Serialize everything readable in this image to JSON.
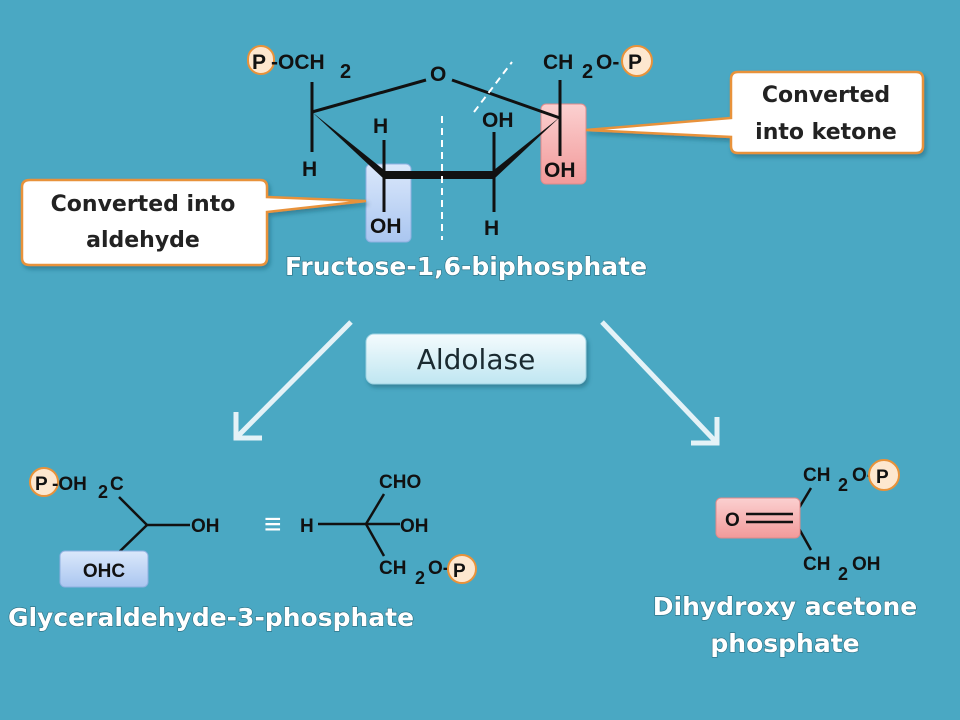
{
  "diagram": {
    "enzyme": "Aldolase",
    "substrate": {
      "name": "Fructose-1,6-biphosphate",
      "groups": {
        "p_left": "P",
        "och2_left": "-OCH",
        "sub2_left": "2",
        "ring_o": "O",
        "ch_right": "CH",
        "sub2_right": "2",
        "o_right": "O-",
        "p_right": "P",
        "h_c3_top": "H",
        "oh_c3": "OH",
        "h_c2": "H",
        "oh_c4_top": "OH",
        "h_c4": "H",
        "oh_c2": "OH"
      },
      "callout_aldehyde": [
        "Converted into",
        "aldehyde"
      ],
      "callout_ketone": [
        "Converted",
        "into ketone"
      ]
    },
    "product_left": {
      "name": "Glyceraldehyde-3-phosphate",
      "p": "P",
      "oh2c": "-OH",
      "sub2": "2",
      "c": "C",
      "oh": "OH",
      "ohc": "OHC",
      "equiv": "≡",
      "h": "H",
      "oh_fischer": "OH",
      "cho": "CHO",
      "ch": "CH",
      "sub2_b": "2",
      "o": "O-",
      "p_b": "P"
    },
    "product_right": {
      "name_lines": [
        "Dihydroxy acetone",
        "phosphate"
      ],
      "ch_top": "CH",
      "sub2_top": "2",
      "o_top": "O-",
      "p": "P",
      "o_keto": "O",
      "ch_bottom": "CH",
      "sub2_bottom": "2",
      "oh_bottom": "OH"
    }
  },
  "colors": {
    "background": "#4aa8c3",
    "highlight_blue": "#c9dcf7",
    "highlight_pink": "#f6b9b9",
    "callout_border": "#e8923a",
    "arrow": "#e4f2f7"
  }
}
